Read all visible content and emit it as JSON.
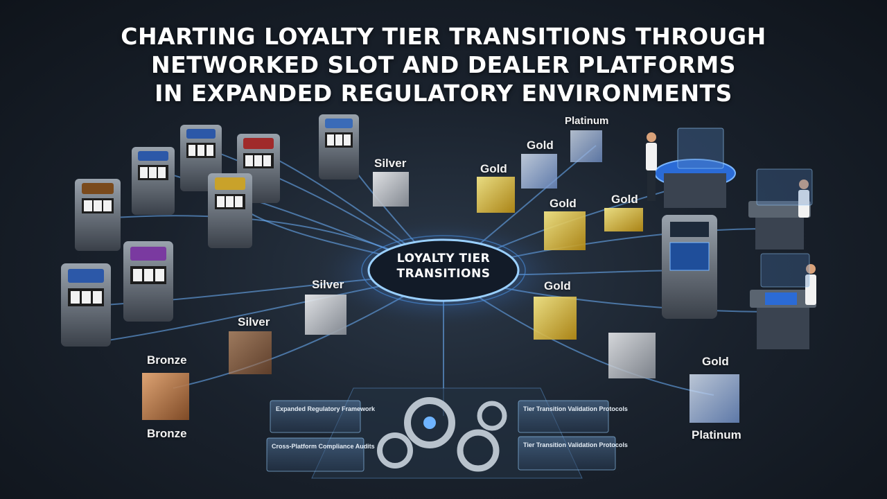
{
  "title": {
    "line1": "CHARTING LOYALTY TIER TRANSITIONS THROUGH",
    "line2": "NETWORKED SLOT AND DEALER PLATFORMS",
    "line3": "IN EXPANDED REGULATORY ENVIRONMENTS"
  },
  "hub": {
    "line1": "LOYALTY TIER",
    "line2": "TRANSITIONS"
  },
  "tiers": {
    "platinum_top": "Platinum",
    "gold_1": "Gold",
    "gold_2": "Gold",
    "silver_top": "Silver",
    "gold_3": "Gold",
    "gold_4": "Gold",
    "silver_mid": "Silver",
    "gold_5": "Gold",
    "silver_low": "Silver",
    "bronze_top": "Bronze",
    "bronze_bottom": "Bronze",
    "gold_6": "Gold",
    "platinum_bottom": "Platinum"
  },
  "panels": {
    "left_top": "Expanded Regulatory Framework",
    "left_bottom": "Cross-Platform Compliance Audits",
    "right_top": "Tier Transition Validation Protocols",
    "right_bottom": "Tier Transition Validation Protocols"
  },
  "colors": {
    "bronze": "#c9834d",
    "silver": "#c8ccd2",
    "gold": "#e8c23a",
    "platinum": "#a9c6ee",
    "network": "#6fb4ff"
  }
}
